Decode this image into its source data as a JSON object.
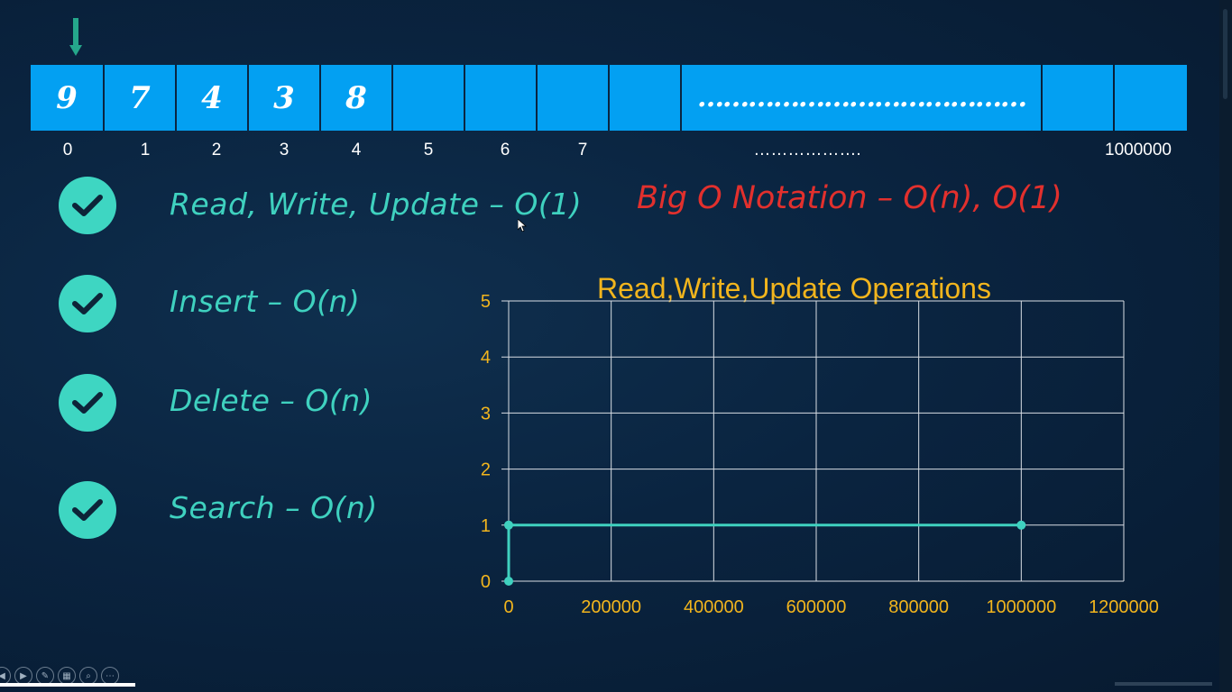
{
  "array": {
    "cells": [
      "9",
      "7",
      "4",
      "3",
      "8",
      "",
      "",
      "",
      "",
      "…………………………………",
      "",
      ""
    ],
    "indices": [
      "0",
      "1",
      "2",
      "3",
      "4",
      "5",
      "6",
      "7",
      "……………….",
      "1000000"
    ]
  },
  "checklist": [
    {
      "label": "Read, Write, Update – O(1)"
    },
    {
      "label": "Insert – O(n)"
    },
    {
      "label": "Delete – O(n)"
    },
    {
      "label": "Search – O(n)"
    }
  ],
  "notation_text": "Big O Notation – O(n), O(1)",
  "colors": {
    "cell": "#03a0f2",
    "check": "#3ed6c2",
    "handwriting": "#3fd1bf",
    "notation": "#e2302d",
    "chart_title": "#f2b51d",
    "series": "#3fd1bf"
  },
  "chart_data": {
    "type": "scatter",
    "title": "Read,Write,Update Operations",
    "xlim": [
      0,
      1200000
    ],
    "ylim": [
      0,
      5
    ],
    "x_ticks": [
      "0",
      "200000",
      "400000",
      "600000",
      "800000",
      "1000000",
      "1200000"
    ],
    "y_ticks": [
      "0",
      "1",
      "2",
      "3",
      "4",
      "5"
    ],
    "grid": true,
    "series": [
      {
        "x": [
          0,
          0,
          1000000
        ],
        "y": [
          0,
          1,
          1
        ]
      }
    ]
  },
  "player_controls": [
    "previous-icon",
    "play-icon",
    "pen-icon",
    "slides-icon",
    "zoom-icon",
    "more-icon"
  ],
  "progress": 0.11
}
